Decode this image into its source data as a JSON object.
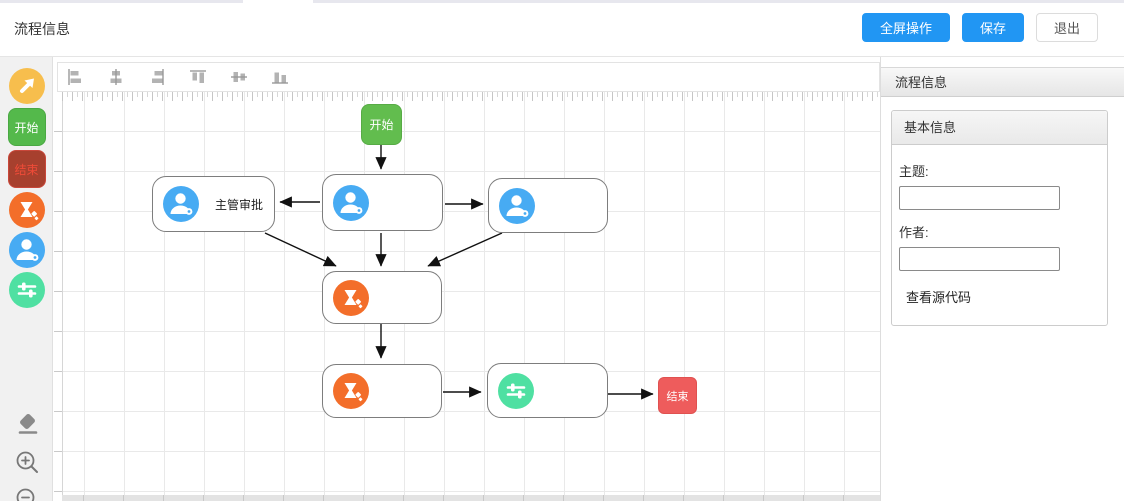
{
  "header": {
    "title": "流程信息",
    "fullscreen_button": "全屏操作",
    "save_button": "保存",
    "exit_button": "退出"
  },
  "palette": {
    "start_label": "开始",
    "end_label": "结束",
    "icons": [
      "pointer-icon",
      "start-node-tool",
      "end-node-tool",
      "task-orange-tool",
      "user-blue-tool",
      "settings-mint-tool",
      "eraser-icon",
      "zoom-in-icon",
      "zoom-out-icon"
    ]
  },
  "align_toolbar": {
    "items": [
      "align-left",
      "align-center-vertical",
      "align-right",
      "align-top",
      "align-middle-horizontal",
      "align-bottom"
    ]
  },
  "canvas": {
    "start_node_label": "开始",
    "end_node_label": "结束",
    "approve_node_label": "主管审批",
    "node_icons": [
      "user-icon",
      "user-icon",
      "user-icon",
      "hourglass-task-icon",
      "hourglass-task-icon",
      "sliders-icon"
    ]
  },
  "panel": {
    "title": "流程信息",
    "section_title": "基本信息",
    "subject_label": "主题:",
    "subject_value": "",
    "author_label": "作者:",
    "author_value": "",
    "view_source_link": "查看源代码"
  },
  "colors": {
    "primary_blue": "#2196f3",
    "start_green": "#62bd4e",
    "palette_start_green": "#54b94b",
    "palette_end_brown": "#a7402e",
    "palette_end_text": "#ef4b38",
    "canvas_end_red": "#ee5c5c",
    "node_orange": "#f36e2a",
    "node_blue": "#47abf3",
    "node_mint": "#4fe0a2",
    "pointer_amber": "#f7be4d",
    "gray_icon": "#8a8a8a",
    "grid_line": "#e9e9e9"
  }
}
